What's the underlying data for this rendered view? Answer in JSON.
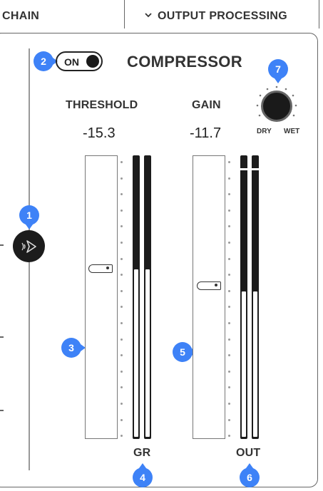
{
  "tabs": {
    "left_label": "CHAIN",
    "right_label": "OUTPUT PROCESSING"
  },
  "compressor": {
    "title": "COMPRESSOR",
    "toggle_label": "ON",
    "threshold": {
      "label": "THRESHOLD",
      "value": "-15.3",
      "level": 0.6
    },
    "gain": {
      "label": "GAIN",
      "value": "-11.7",
      "level": 0.54
    },
    "gr_meter": {
      "label": "GR",
      "level": 0.6
    },
    "out_meter": {
      "label": "OUT",
      "level": 0.52
    },
    "dry_wet": {
      "dry_label": "DRY",
      "wet_label": "WET"
    }
  },
  "badges": [
    "1",
    "2",
    "3",
    "4",
    "5",
    "6",
    "7"
  ],
  "colors": {
    "accent": "#3e82f7",
    "dark": "#1c1c1c",
    "border": "#666666"
  },
  "icons": [
    "chevron-down-icon",
    "send-audio-icon"
  ]
}
